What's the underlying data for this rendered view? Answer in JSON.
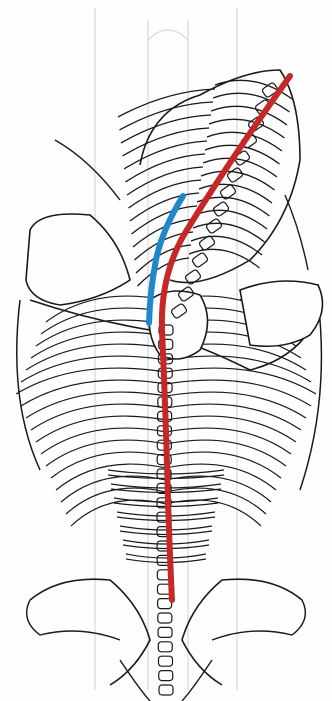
{
  "image": {
    "subject": "skeleton-torso-line-drawing",
    "line_color": "#1a1a1a",
    "background": "#fefefe",
    "faint_guide_color": "#d8d8d8"
  },
  "overlays": {
    "spine_curve": {
      "name": "red-spine-curve",
      "color": "#c62828"
    },
    "secondary_curve": {
      "name": "blue-secondary-curve",
      "color": "#1e88c8"
    }
  }
}
